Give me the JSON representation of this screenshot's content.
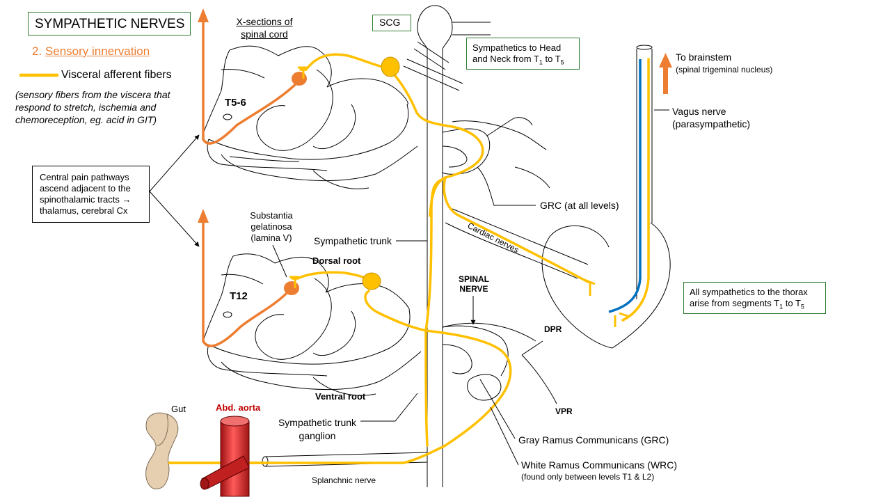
{
  "title": "SYMPATHETIC NERVES",
  "subtitle_prefix": "2.",
  "subtitle": "Sensory innervation",
  "legend": {
    "label": "Visceral afferent fibers",
    "description_lines": [
      "(sensory fibers from the viscera that",
      "respond to stretch, ischemia and",
      "chemoreception, eg. acid in GIT)"
    ]
  },
  "central_box": {
    "lines": [
      "Central pain pathways",
      "ascend adjacent to the",
      "spinothalamic tracts →",
      "thalamus, cerebral Cx"
    ]
  },
  "cord_header": {
    "line1": "X-sections of",
    "line2": "spinal cord"
  },
  "scg": "SCG",
  "head_neck_box": {
    "line1": "Sympathetics to Head",
    "line2_prefix": "and Neck from T",
    "sub1": "1",
    "mid": " to T",
    "sub2": "5"
  },
  "to_brainstem": {
    "line1": "To brainstem",
    "line2": "(spinal trigeminal nucleus)"
  },
  "vagus": {
    "line1": "Vagus nerve",
    "line2": "(parasympathetic)"
  },
  "level_upper": "T5-6",
  "level_lower": "T12",
  "grc_levels": "GRC (at all levels)",
  "cardiac_nerves": "Cardiac nerves",
  "substantia": [
    "Substantia",
    "gelatinosa",
    "(lamina V)"
  ],
  "sympathetic_trunk": "Sympathetic trunk",
  "dorsal_root": "Dorsal root",
  "spinal_nerve": [
    "SPINAL",
    "NERVE"
  ],
  "thorax_box": {
    "line1": "All sympathetics to the thorax",
    "line2_prefix": "arise from segments T",
    "sub1": "1",
    "mid": " to T",
    "sub2": "5"
  },
  "dpr": "DPR",
  "vpr": "VPR",
  "ventral_root": "Ventral root",
  "gut": "Gut",
  "abd_aorta": "Abd. aorta",
  "trunk_ganglion": [
    "Sympathetic trunk",
    "ganglion"
  ],
  "grc_full": "Gray Ramus Communicans (GRC)",
  "wrc_full": "White Ramus Communicans (WRC)",
  "wrc_note": "(found only between levels T1 & L2)",
  "splanchnic": "Splanchnic nerve",
  "colors": {
    "visceral_afferent": "#ffc000",
    "central_pathway": "#ed7d31",
    "vagus": "#0070c0",
    "aorta": "#e03030",
    "gut": "#e6cfb0",
    "box_border": "#2e7d32"
  }
}
